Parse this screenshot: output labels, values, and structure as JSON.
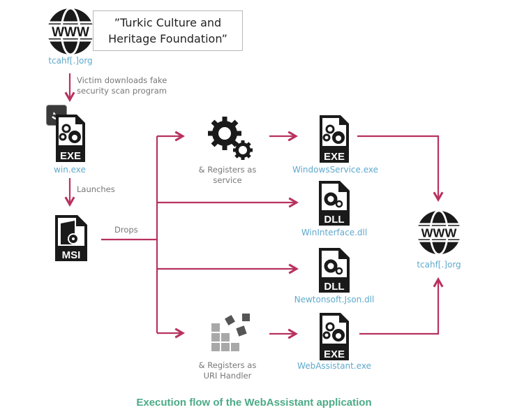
{
  "nodes": {
    "site_top": {
      "label": "tcahf[.]org",
      "icon": "globe-www-icon"
    },
    "site_title": "”Turkic Culture and\nHeritage Foundation”",
    "win_exe": {
      "label": "win.exe",
      "icon": "exe-file-icon",
      "badge": "installer-badge-icon"
    },
    "msi": {
      "label": "",
      "icon": "msi-file-icon",
      "tag": "MSI"
    },
    "service_gears": {
      "label": "& Registers as\nservice",
      "icon": "gears-icon"
    },
    "windows_service": {
      "label": "WindowsService.exe",
      "icon": "exe-file-icon"
    },
    "wininterface": {
      "label": "WinInterface.dll",
      "icon": "dll-file-icon"
    },
    "newtonsoft": {
      "label": "Newtonsoft.Json.dll",
      "icon": "dll-file-icon"
    },
    "uri_handler": {
      "label": "& Registers as\nURI Handler",
      "icon": "registry-blocks-icon"
    },
    "webassistant": {
      "label": "WebAssistant.exe",
      "icon": "exe-file-icon"
    },
    "site_right": {
      "label": "tcahf[.]org",
      "icon": "globe-www-icon"
    }
  },
  "edges": {
    "download": "Victim downloads fake\nsecurity scan program",
    "launches": "Launches",
    "drops": "Drops"
  },
  "file_tags": {
    "exe": "EXE",
    "dll": "DLL",
    "msi": "MSI",
    "www": "WWW"
  },
  "caption": "Execution flow of the WebAssistant application",
  "colors": {
    "arrow": "#b8325e",
    "label_blue": "#5fa9cc",
    "caption": "#4caa88",
    "icon": "#1a1a1a"
  }
}
